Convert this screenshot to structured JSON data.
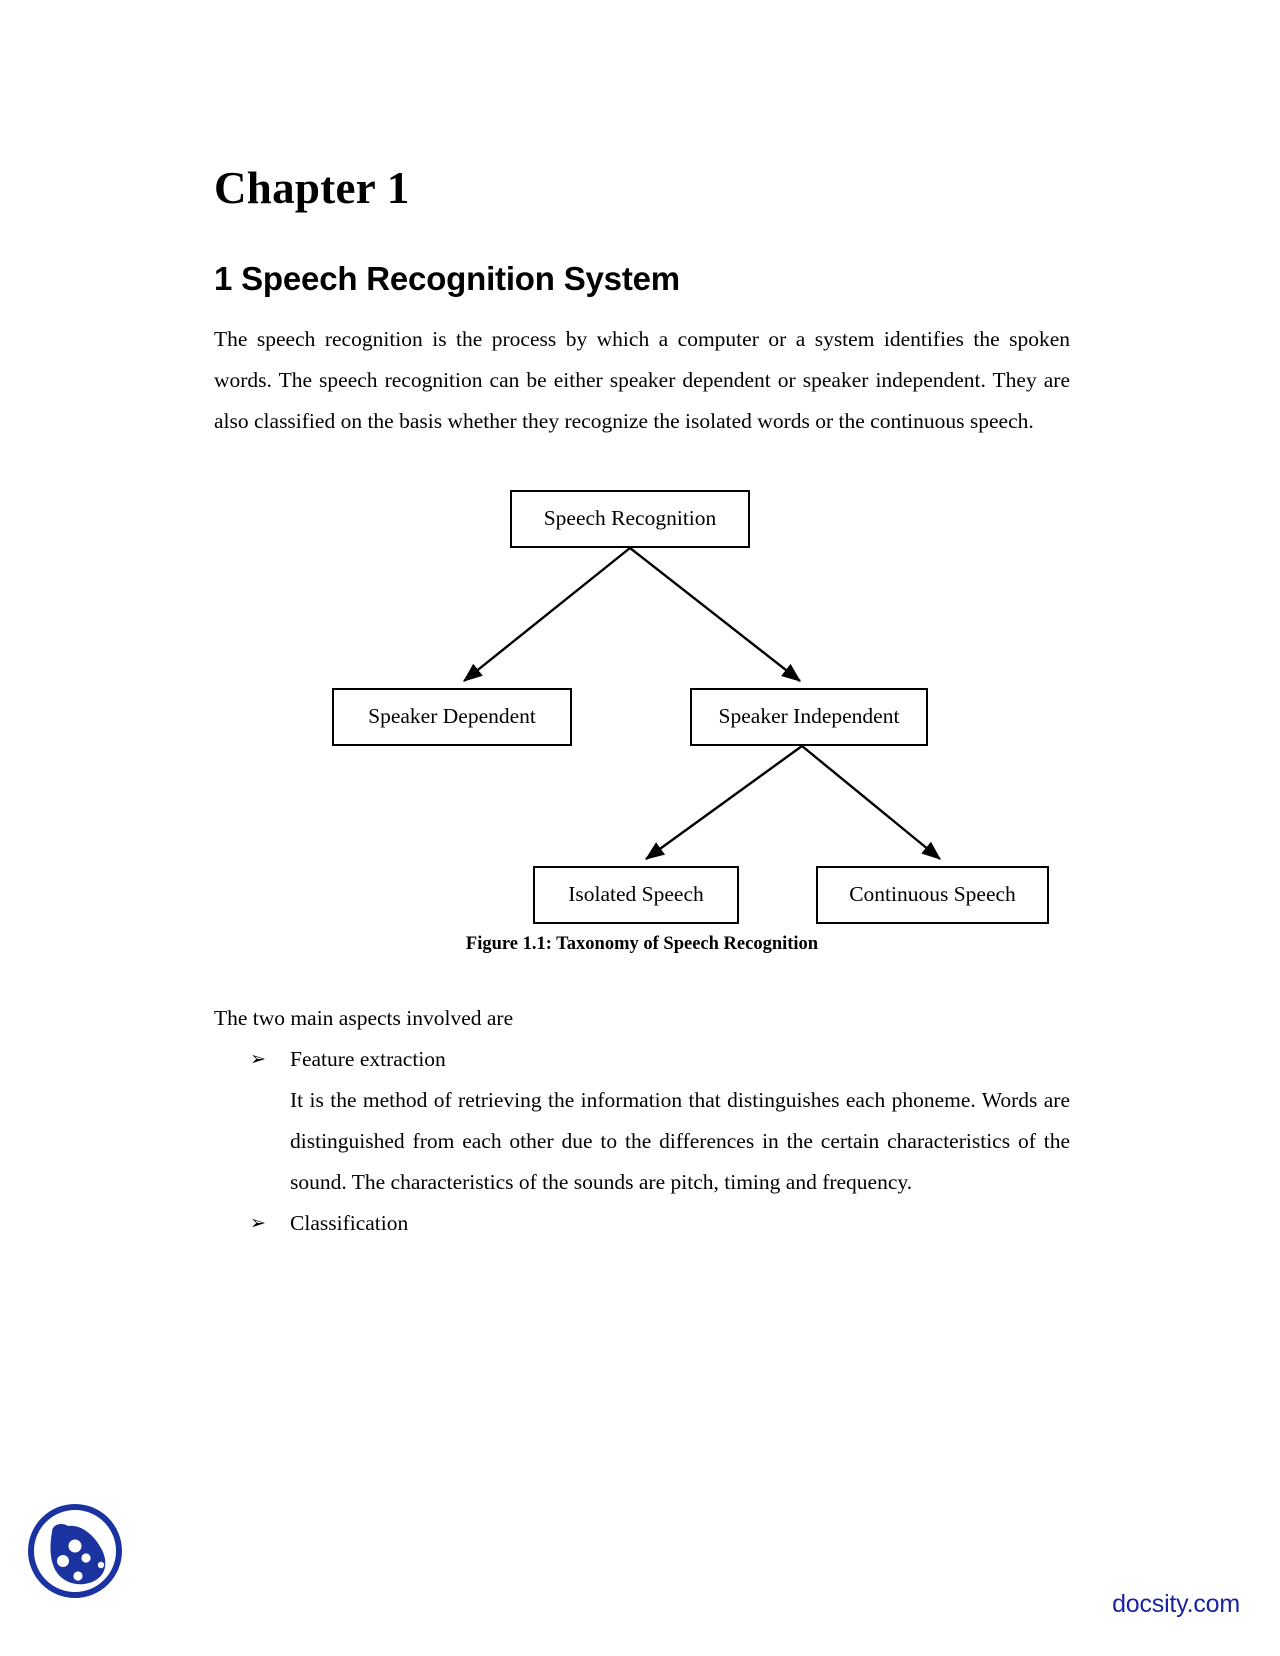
{
  "document": {
    "chapter_title": "Chapter 1",
    "section_title": "1  Speech Recognition System",
    "intro_paragraph": "The speech recognition is the process by which a computer or a system identifies the spoken words. The speech recognition can be either speaker dependent or speaker independent. They are also classified on the basis whether they recognize the isolated words or the continuous speech.",
    "lead_line": "The two main aspects involved are"
  },
  "figure": {
    "caption": "Figure 1.1: Taxonomy of Speech Recognition",
    "nodes": {
      "root": "Speech Recognition",
      "dependent": "Speaker Dependent",
      "independent": "Speaker Independent",
      "isolated": "Isolated Speech",
      "continuous": "Continuous Speech"
    }
  },
  "list": {
    "bullet_glyph": "➢",
    "items": [
      {
        "label": "Feature extraction",
        "body": "It is the method of retrieving the information that distinguishes each phoneme. Words are distinguished from each other due to the differences in the certain characteristics of the sound. The characteristics of the sounds are pitch, timing and frequency."
      },
      {
        "label": "Classification",
        "body": ""
      }
    ]
  },
  "branding": {
    "url": "docsity.com",
    "logo_color": "#1a33a0",
    "url_color": "#1a23a0"
  }
}
